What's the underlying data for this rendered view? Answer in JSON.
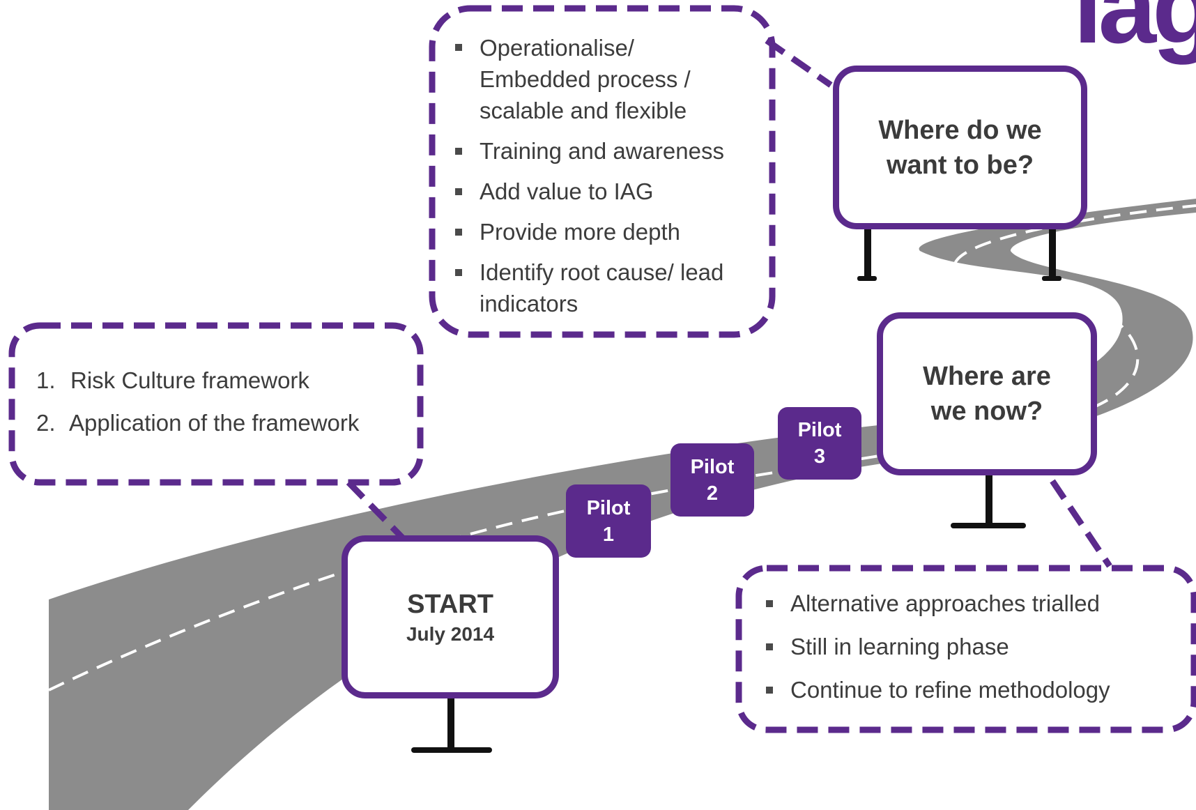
{
  "logo": {
    "text": "iag",
    "color": "#5b2a8c"
  },
  "colors": {
    "accent": "#5b2a8c",
    "road": "#8c8c8c",
    "road_dash": "#ffffff",
    "text": "#3c3c3c"
  },
  "signs": {
    "start": {
      "title": "START",
      "subtitle": "July 2014"
    },
    "now": {
      "title_line1": "Where are",
      "title_line2": "we now?"
    },
    "future": {
      "title_line1": "Where do we",
      "title_line2": "want to be?"
    }
  },
  "pilots": [
    {
      "label": "Pilot",
      "number": "1"
    },
    {
      "label": "Pilot",
      "number": "2"
    },
    {
      "label": "Pilot",
      "number": "3"
    }
  ],
  "start_callout": {
    "items": [
      {
        "number": "1.",
        "text": "Risk Culture framework"
      },
      {
        "number": "2.",
        "text": "Application of the framework"
      }
    ]
  },
  "future_callout": {
    "items": [
      {
        "lines": [
          "Operationalise/",
          "Embedded process /",
          "scalable and flexible"
        ]
      },
      {
        "lines": [
          "Training and awareness"
        ]
      },
      {
        "lines": [
          "Add value to IAG"
        ]
      },
      {
        "lines": [
          "Provide more depth"
        ]
      },
      {
        "lines": [
          "Identify root cause/ lead",
          "indicators"
        ]
      }
    ]
  },
  "now_callout": {
    "items": [
      "Alternative approaches trialled",
      "Still in learning phase",
      "Continue to refine methodology"
    ]
  }
}
